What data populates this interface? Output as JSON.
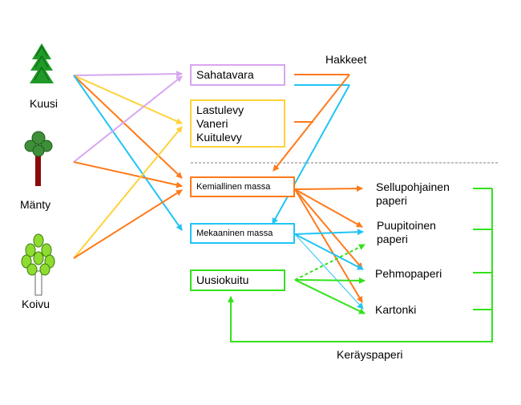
{
  "colors": {
    "sahatavara": "#d7a6f0",
    "levy": "#ffd23a",
    "kemiallinen": "#ff7a1a",
    "mekaaninen": "#21c4f5",
    "kierratys": "#33e21c",
    "divider": "#a8a8a8",
    "tree_green": "#1f9a27",
    "birch_green": "#8edc2f",
    "trunk_red": "#8b0a0a"
  },
  "trees": [
    {
      "id": "kuusi",
      "label": "Kuusi",
      "icon": "spruce-icon"
    },
    {
      "id": "manty",
      "label": "Mänty",
      "icon": "pine-icon"
    },
    {
      "id": "koivu",
      "label": "Koivu",
      "icon": "birch-icon"
    }
  ],
  "products": {
    "sahatavara": "Sahatavara",
    "levyt": [
      "Lastulevy",
      "Vaneri",
      "Kuitulevy"
    ],
    "kemiallinen": "Kemiallinen massa",
    "mekaaninen": "Mekaaninen massa",
    "uusiokuitu": "Uusiokuitu"
  },
  "labels": {
    "hakkeet": "Hakkeet",
    "kerayspaperi": "Keräyspaperi"
  },
  "papers": [
    [
      "Sellupohjainen",
      "paperi"
    ],
    [
      "Puupitoinen",
      "paperi"
    ],
    [
      "Pehmopaperi"
    ],
    [
      "Kartonki"
    ]
  ]
}
